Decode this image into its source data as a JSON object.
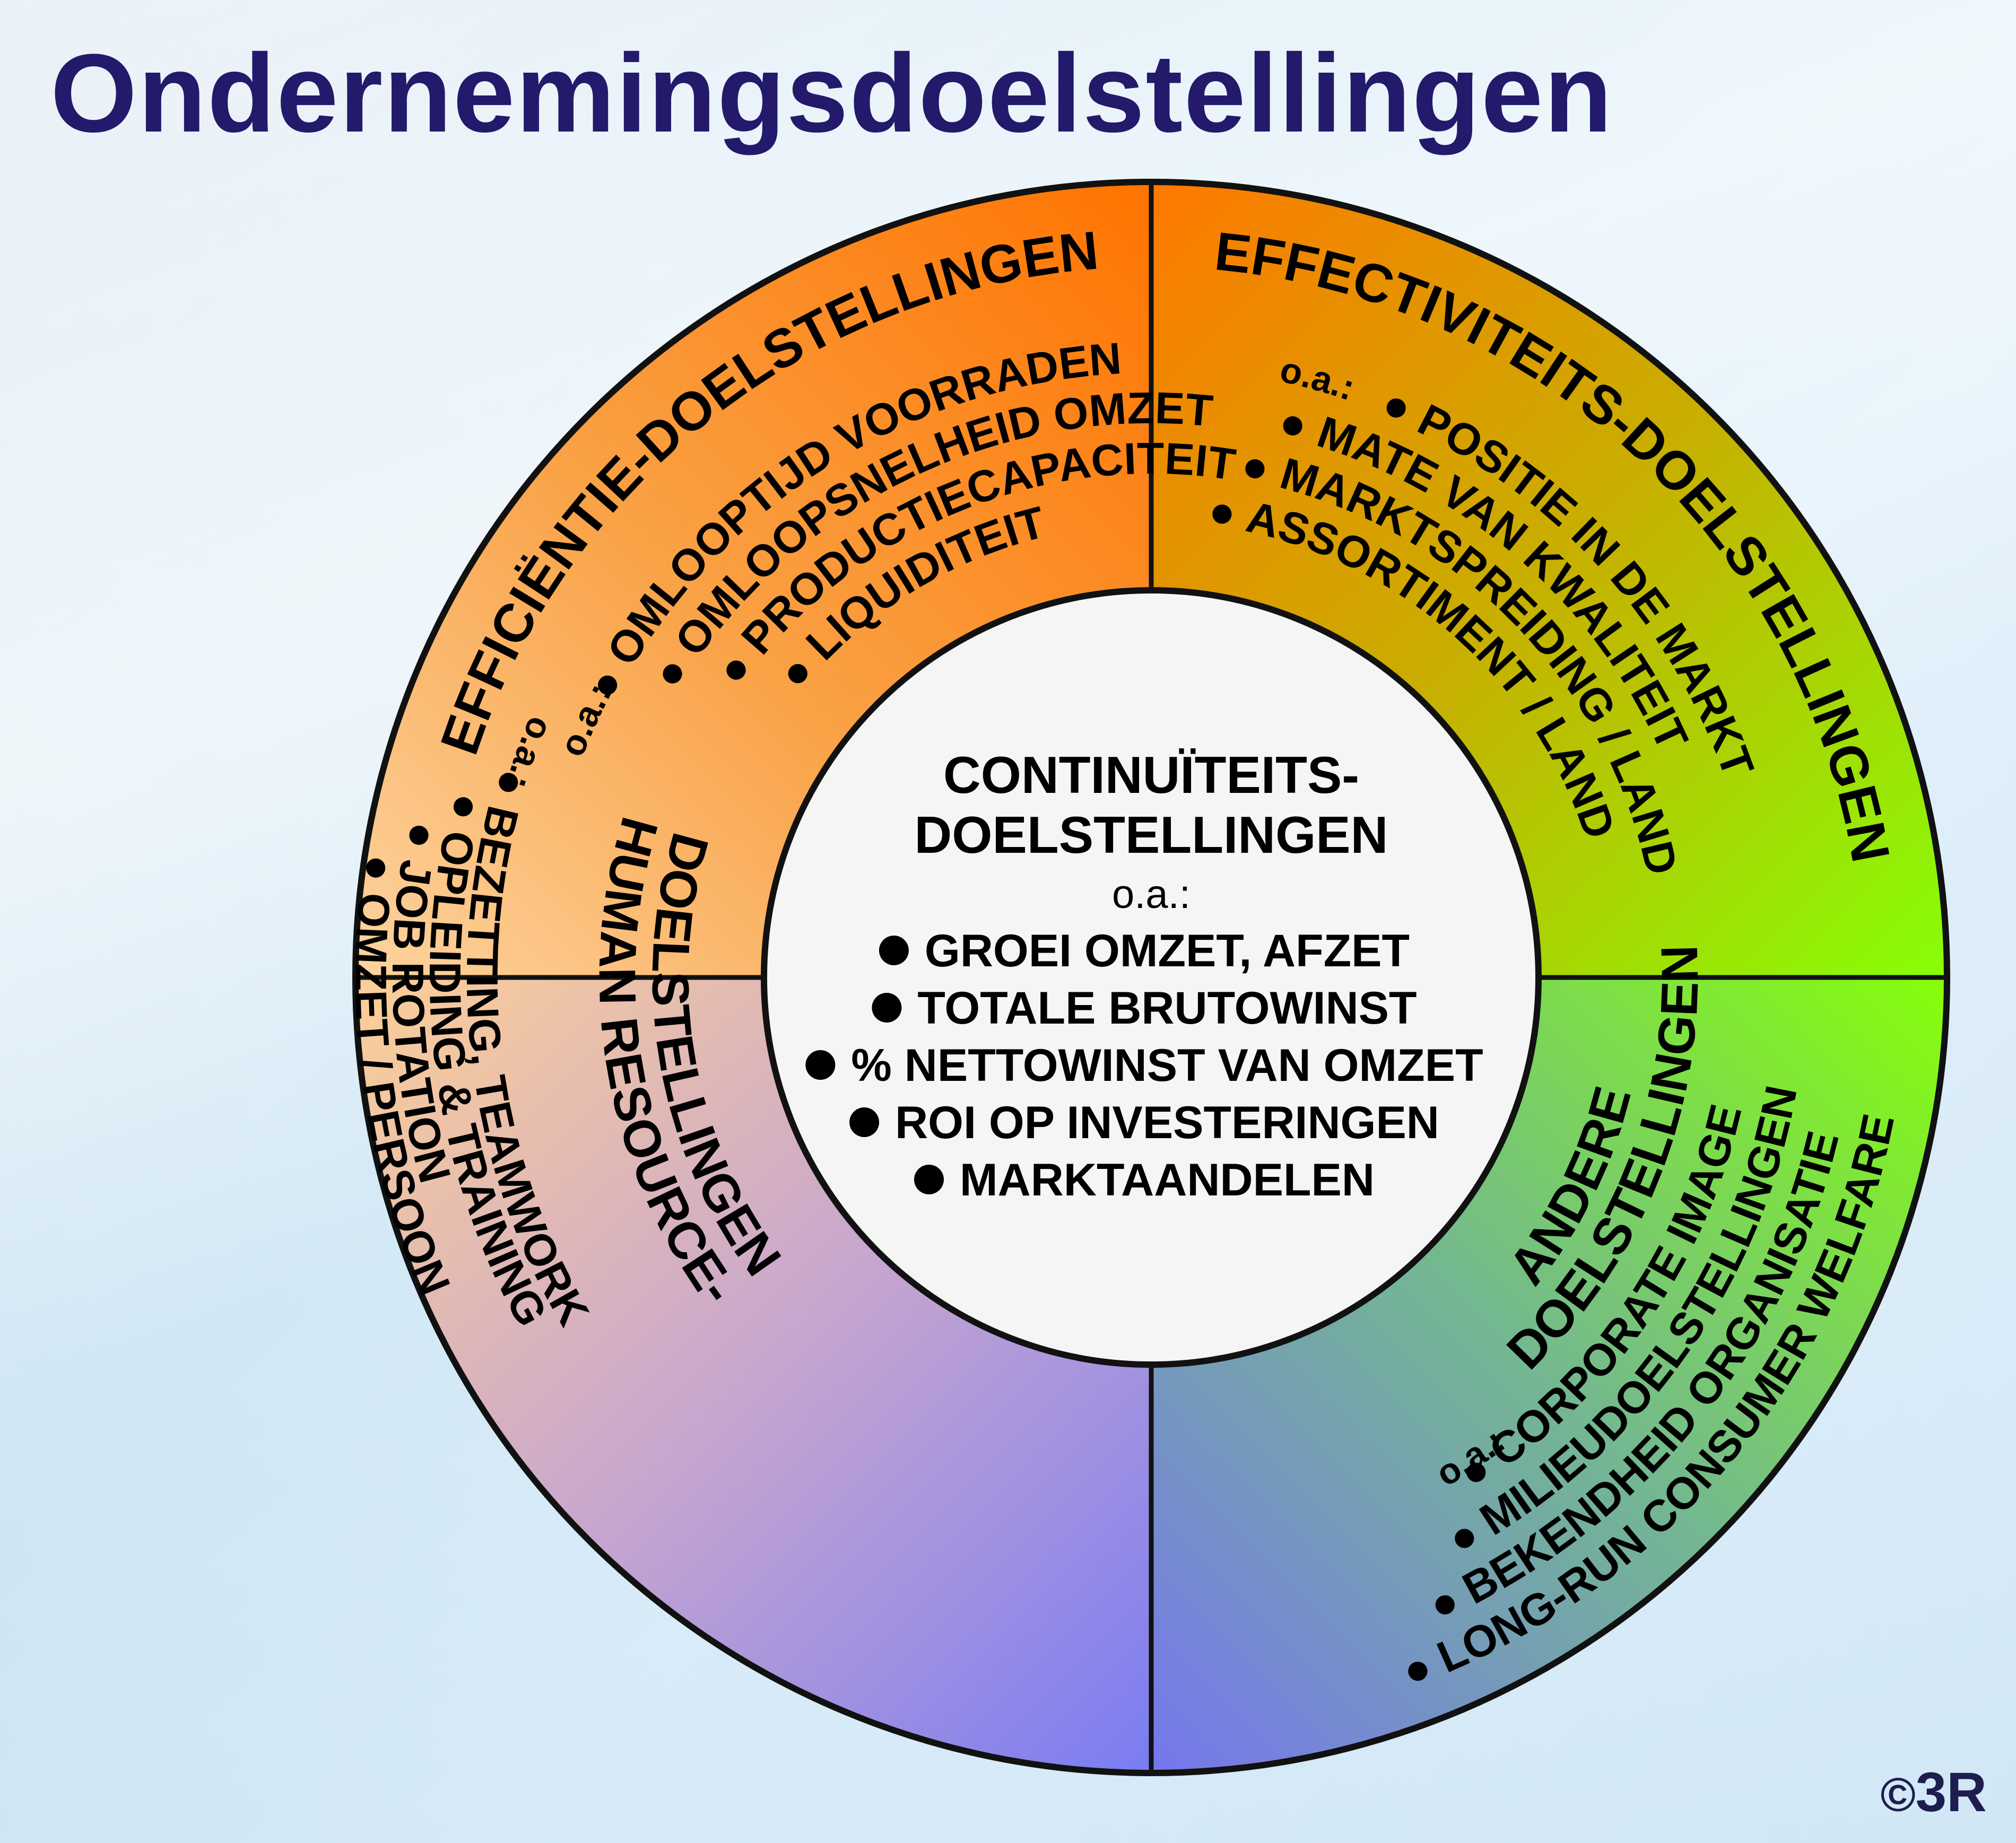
{
  "title": "Ondernemingsdoelstellingen",
  "copyright": {
    "symbol": "©",
    "brand": "3R"
  },
  "colors": {
    "title": "#231a6b",
    "orange": "#ff7a00",
    "peach": "#fdcf9a",
    "green": "#84ff0a",
    "blue": "#7878ef",
    "center": "#f5f5f5"
  },
  "center": {
    "title_lines": [
      "CONTINUÏTEITS-",
      "DOELSTELLINGEN"
    ],
    "oa": "o.a.:",
    "items": [
      "GROEI OMZET, AFZET",
      "TOTALE BRUTOWINST",
      "% NETTOWINST VAN OMZET",
      "ROI OP INVESTERINGEN",
      "MARKTAANDELEN"
    ]
  },
  "quadrants": {
    "efficientie": {
      "title": "EFFICIËNTIE-DOELSTELLINGEN",
      "oa": "o.a.:",
      "items": [
        "OMLOOPTIJD VOORRADEN",
        "OMLOOPSNELHEID OMZET",
        "PRODUCTIECAPACITEIT",
        "LIQUIDITEIT"
      ]
    },
    "effectiviteit": {
      "title": "EFFECTIVITEITS-DOELSTELLINGEN",
      "oa": "o.a.:",
      "items": [
        "POSITIE IN DE MARKT",
        "MATE VAN KWALITEIT",
        "MARKTSPREIDING / LAND",
        "ASSORTIMENT / LAND"
      ]
    },
    "human_resource": {
      "title_lines": [
        "HUMAN RESOURCE-",
        "DOELSTELLINGEN"
      ],
      "oa": "o.a.:",
      "items": [
        "BEZETTING, TEAMWORK",
        "OPLEIDING & TRAINING",
        "JOB ROTATION",
        "OMZET / PERSOON"
      ]
    },
    "andere": {
      "title_lines": [
        "ANDERE",
        "DOELSTELLINGEN"
      ],
      "oa": "o.a.:",
      "items": [
        "CORPORATE IMAGE",
        "MILIEUDOELSTELLINGEN",
        "BEKENDHEID ORGANISATIE",
        "LONG-RUN CONSUMER WELFARE"
      ]
    }
  }
}
